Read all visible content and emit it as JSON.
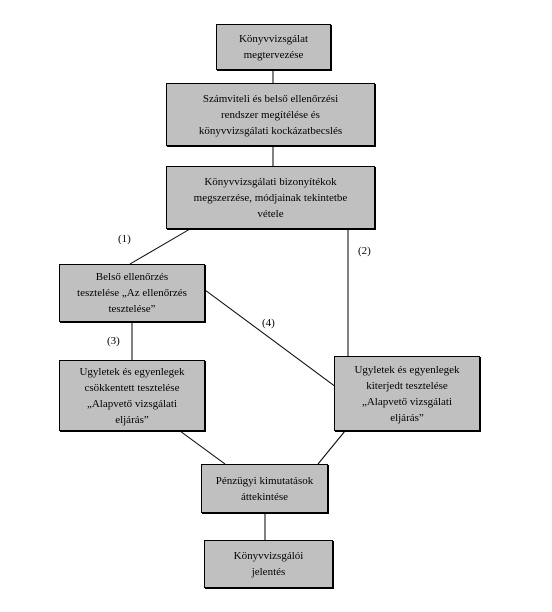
{
  "diagram": {
    "nodes": {
      "planning": "Könyvvizsgálat\nmegtervezése",
      "assessment": "Számviteli és belső ellenőrzési\nrendszer megítélése és\nkönyvvizsgálati kockázatbecslés",
      "evidence": "Könyvvizsgálati bizonyítékok\nmegszerzése, módjainak tekintetbe\nvétele",
      "control_test": "Belső ellenőrzés\ntesztelése „Az ellenőrzés\ntesztelése”",
      "reduced_test": "Ugyletek és egyenlegek\ncsökkentett tesztelése\n„Alapvető vizsgálati\neljárás”",
      "extended_test": "Ugyletek és egyenlegek\nkiterjedt tesztelése\n„Alapvető vizsgálati\neljárás”",
      "review": "Pénzügyi kimutatások\náttekintése",
      "report": "Könyvvizsgálói\njelentés"
    },
    "edge_labels": {
      "e1": "(1)",
      "e2": "(2)",
      "e3": "(3)",
      "e4": "(4)"
    }
  }
}
